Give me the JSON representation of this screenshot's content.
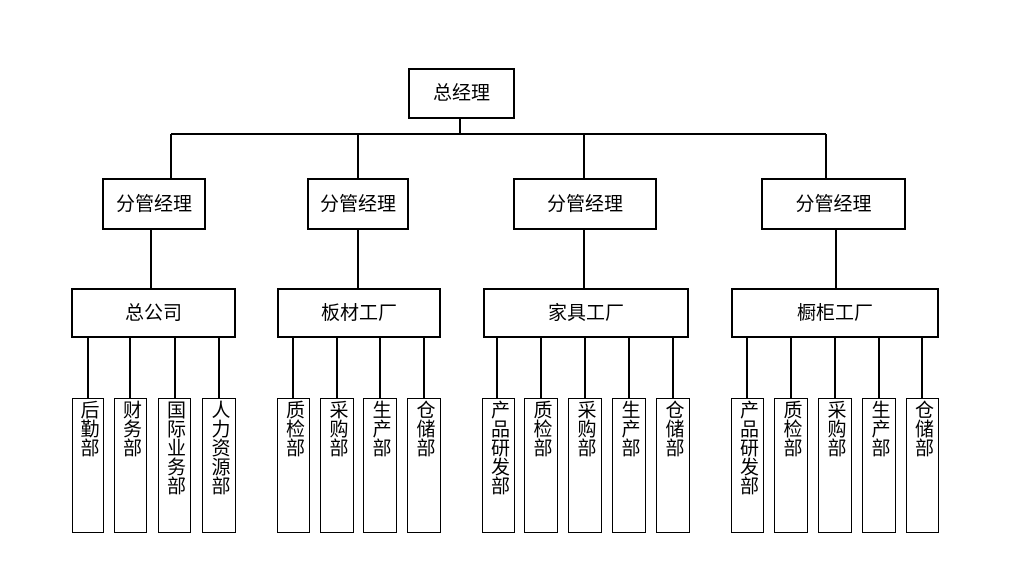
{
  "chart": {
    "root": "总经理",
    "managers": [
      {
        "label": "分管经理",
        "unit": "总公司",
        "departments": [
          "后勤部",
          "财务部",
          "国际业务部",
          "人力资源部"
        ]
      },
      {
        "label": "分管经理",
        "unit": "板材工厂",
        "departments": [
          "质检部",
          "采购部",
          "生产部",
          "仓储部"
        ]
      },
      {
        "label": "分管经理",
        "unit": "家具工厂",
        "departments": [
          "产品研发部",
          "质检部",
          "采购部",
          "生产部",
          "仓储部"
        ]
      },
      {
        "label": "分管经理",
        "unit": "橱柜工厂",
        "departments": [
          "产品研发部",
          "质检部",
          "采购部",
          "生产部",
          "仓储部"
        ]
      }
    ]
  }
}
